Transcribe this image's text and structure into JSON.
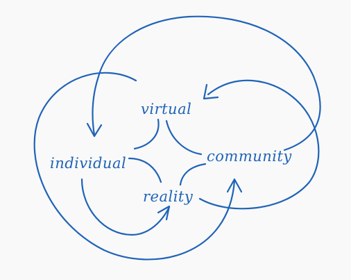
{
  "diagram": {
    "ink_color": "#1f63b8",
    "background": "#f9f9f9",
    "nodes": {
      "virtual": "virtual",
      "individual": "individual",
      "community": "community",
      "reality": "reality"
    }
  }
}
